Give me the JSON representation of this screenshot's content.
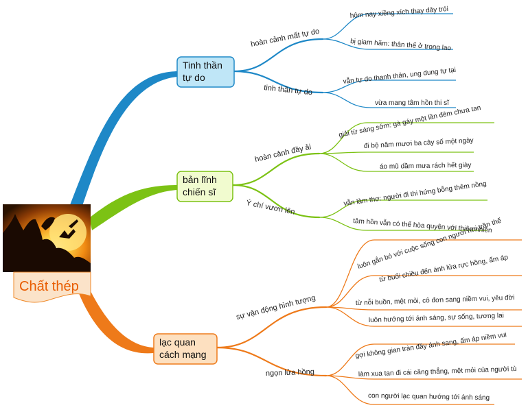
{
  "central": {
    "label": "Chất thép",
    "image_icon": "sunset-image"
  },
  "colors": {
    "blue": "#1e88c7",
    "green": "#7cc214",
    "orange": "#ee7a1a",
    "blue_box_fill": "#bfe6f7",
    "green_box_fill": "#f1fbcf",
    "orange_box_fill": "#fde0c0",
    "root_banner_fill": "#fbe3c9",
    "root_text": "#e85c00"
  },
  "branches": [
    {
      "topic_lines": [
        "Tinh thần",
        "tự do"
      ],
      "color": "blue",
      "children": [
        {
          "label": "hoàn cảnh mất tự do",
          "leaves": [
            "hôm nay xiềng xích thay dây trói",
            "bị giam hãm: thân thể ở trong lao"
          ]
        },
        {
          "label": "tinh thần tự do",
          "leaves": [
            "vẫn tự do thanh thản, ung dung tự tại",
            "vừa mang tâm hồn thi sĩ"
          ]
        }
      ]
    },
    {
      "topic_lines": [
        "bản lĩnh",
        "chiến sĩ"
      ],
      "color": "green",
      "children": [
        {
          "label": "hoàn cảnh đầy ải",
          "leaves": [
            "giải từ sáng sớm: gà gáy một lần đêm chưa tan",
            "đi bộ năm mươi ba cây số một ngày",
            "áo mũ dầm mưa rách hết giày"
          ]
        },
        {
          "label": "Ý chí vươn lên",
          "leaves": [
            "vẫn làm thơ: người đi thi hứng bỗng thêm nồng",
            "tâm hồn vẫn có thể hòa quyện với thiên nhiên"
          ]
        }
      ]
    },
    {
      "topic_lines": [
        "lạc quan",
        "cách mạng"
      ],
      "color": "orange",
      "children": [
        {
          "label": "sự vận động hình tượng",
          "leaves": [
            "luôn gắn bó với cuộc sống con người nơi trần thế",
            "từ buổi chiều đến ánh lửa rực hồng, ấm áp",
            "từ nỗi buồn, mệt mỏi, cô đơn sang niềm vui, yêu đời",
            "luôn hướng tới ánh sáng, sự sống, tương lai"
          ]
        },
        {
          "label": "ngọn lửa hồng",
          "leaves": [
            "gợi không gian tràn đầy ánh sang, ấm áp niềm vui",
            "làm xua tan đi cái căng thẳng, mệt mỏi của người tù",
            "con người lạc quan hướng tới ánh sáng"
          ]
        }
      ]
    }
  ]
}
